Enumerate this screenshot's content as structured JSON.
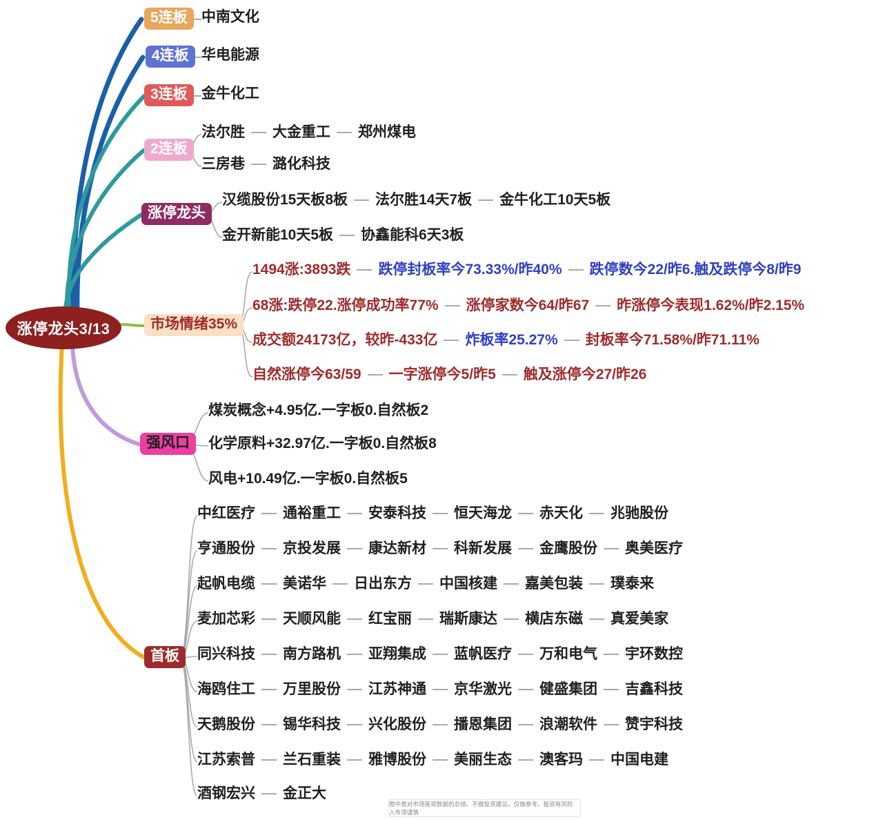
{
  "root": {
    "label": "涨停龙头3/13"
  },
  "branches": [
    {
      "key": "5lb",
      "label": "5连板",
      "chip_color": "#e8a75c",
      "chip_text": "#ffffff",
      "edge_color": "#1b5fa8"
    },
    {
      "key": "4lb",
      "label": "4连板",
      "chip_color": "#5f72d4",
      "chip_text": "#ffffff",
      "edge_color": "#1b5fa8"
    },
    {
      "key": "3lb",
      "label": "3连板",
      "chip_color": "#e05a5a",
      "chip_text": "#ffffff",
      "edge_color": "#2e9aa0"
    },
    {
      "key": "2lb",
      "label": "2连板",
      "chip_color": "#f0a9ce",
      "chip_text": "#ffffff",
      "edge_color": "#2e9aa0"
    },
    {
      "key": "ztlt",
      "label": "涨停龙头",
      "chip_color": "#8e2c62",
      "chip_text": "#ffffff",
      "edge_color": "#2e9aa0"
    },
    {
      "key": "scqx",
      "label": "市场情绪35%",
      "chip_color": "#fbe0c4",
      "chip_text": "#9e2b2b",
      "edge_color": "#8cbf3f"
    },
    {
      "key": "qfk",
      "label": "强风口",
      "chip_color": "#ec3fa0",
      "chip_text": "#1e1e1e",
      "edge_color": "#c09ae0"
    },
    {
      "key": "sb",
      "label": "首板",
      "chip_color": "#9e2b2b",
      "chip_text": "#ffffff",
      "edge_color": "#f0ae1e"
    }
  ],
  "rows": {
    "r_5lb": [
      {
        "text": "中南文化",
        "color": "black"
      }
    ],
    "r_4lb": [
      {
        "text": "华电能源",
        "color": "black"
      }
    ],
    "r_3lb": [
      {
        "text": "金牛化工",
        "color": "black"
      }
    ],
    "r_2lb_a": [
      {
        "text": "法尔胜",
        "color": "black"
      },
      {
        "text": "大金重工",
        "color": "black"
      },
      {
        "text": "郑州煤电",
        "color": "black"
      }
    ],
    "r_2lb_b": [
      {
        "text": "三房巷",
        "color": "black"
      },
      {
        "text": "潞化科技",
        "color": "black"
      }
    ],
    "r_ztlt_a": [
      {
        "text": "汉缆股份15天板8板",
        "color": "black"
      },
      {
        "text": "法尔胜14天7板",
        "color": "black"
      },
      {
        "text": "金牛化工10天5板",
        "color": "black"
      }
    ],
    "r_ztlt_b": [
      {
        "text": "金开新能10天5板",
        "color": "black"
      },
      {
        "text": "协鑫能科6天3板",
        "color": "black"
      }
    ],
    "r_scqx_1": [
      {
        "text": "1494涨:3893跌",
        "color": "red"
      },
      {
        "text": "跌停封板率今73.33%/昨40%",
        "color": "blue"
      },
      {
        "text": "跌停数今22/昨6.触及跌停今8/昨9",
        "color": "blue"
      }
    ],
    "r_scqx_2": [
      {
        "text": "68涨:跌停22.涨停成功率77%",
        "color": "red"
      },
      {
        "text": "涨停家数今64/昨67",
        "color": "red"
      },
      {
        "text": "昨涨停今表现1.62%/昨2.15%",
        "color": "red"
      }
    ],
    "r_scqx_3": [
      {
        "text": "成交额24173亿，较昨-433亿",
        "color": "red"
      },
      {
        "text": "炸板率25.27%",
        "color": "blue"
      },
      {
        "text": "封板率今71.58%/昨71.11%",
        "color": "red"
      }
    ],
    "r_scqx_4": [
      {
        "text": "自然涨停今63/59",
        "color": "red"
      },
      {
        "text": "一字涨停今5/昨5",
        "color": "red"
      },
      {
        "text": "触及涨停今27/昨26",
        "color": "red"
      }
    ],
    "r_qfk_1": [
      {
        "text": "煤炭概念+4.95亿.一字板0.自然板2",
        "color": "black"
      }
    ],
    "r_qfk_2": [
      {
        "text": "化学原料+32.97亿.一字板0.自然板8",
        "color": "black"
      }
    ],
    "r_qfk_3": [
      {
        "text": "风电+10.49亿.一字板0.自然板5",
        "color": "black"
      }
    ],
    "r_sb_1": [
      {
        "text": "中红医疗",
        "color": "black"
      },
      {
        "text": "通裕重工",
        "color": "black"
      },
      {
        "text": "安泰科技",
        "color": "black"
      },
      {
        "text": "恒天海龙",
        "color": "black"
      },
      {
        "text": "赤天化",
        "color": "black"
      },
      {
        "text": "兆驰股份",
        "color": "black"
      }
    ],
    "r_sb_2": [
      {
        "text": "亨通股份",
        "color": "black"
      },
      {
        "text": "京投发展",
        "color": "black"
      },
      {
        "text": "康达新材",
        "color": "black"
      },
      {
        "text": "科新发展",
        "color": "black"
      },
      {
        "text": "金鹰股份",
        "color": "black"
      },
      {
        "text": "奥美医疗",
        "color": "black"
      }
    ],
    "r_sb_3": [
      {
        "text": "起帆电缆",
        "color": "black"
      },
      {
        "text": "美诺华",
        "color": "black"
      },
      {
        "text": "日出东方",
        "color": "black"
      },
      {
        "text": "中国核建",
        "color": "black"
      },
      {
        "text": "嘉美包装",
        "color": "black"
      },
      {
        "text": "璞泰来",
        "color": "black"
      }
    ],
    "r_sb_4": [
      {
        "text": "麦加芯彩",
        "color": "black"
      },
      {
        "text": "天顺风能",
        "color": "black"
      },
      {
        "text": "红宝丽",
        "color": "black"
      },
      {
        "text": "瑞斯康达",
        "color": "black"
      },
      {
        "text": "横店东磁",
        "color": "black"
      },
      {
        "text": "真爱美家",
        "color": "black"
      }
    ],
    "r_sb_5": [
      {
        "text": "同兴科技",
        "color": "black"
      },
      {
        "text": "南方路机",
        "color": "black"
      },
      {
        "text": "亚翔集成",
        "color": "black"
      },
      {
        "text": "蓝帆医疗",
        "color": "black"
      },
      {
        "text": "万和电气",
        "color": "black"
      },
      {
        "text": "宇环数控",
        "color": "black"
      }
    ],
    "r_sb_6": [
      {
        "text": "海鸥住工",
        "color": "black"
      },
      {
        "text": "万里股份",
        "color": "black"
      },
      {
        "text": "江苏神通",
        "color": "black"
      },
      {
        "text": "京华激光",
        "color": "black"
      },
      {
        "text": "健盛集团",
        "color": "black"
      },
      {
        "text": "吉鑫科技",
        "color": "black"
      }
    ],
    "r_sb_7": [
      {
        "text": "天鹅股份",
        "color": "black"
      },
      {
        "text": "锡华科技",
        "color": "black"
      },
      {
        "text": "兴化股份",
        "color": "black"
      },
      {
        "text": "播恩集团",
        "color": "black"
      },
      {
        "text": "浪潮软件",
        "color": "black"
      },
      {
        "text": "赞宇科技",
        "color": "black"
      }
    ],
    "r_sb_8": [
      {
        "text": "江苏索普",
        "color": "black"
      },
      {
        "text": "兰石重装",
        "color": "black"
      },
      {
        "text": "雅博股份",
        "color": "black"
      },
      {
        "text": "美丽生态",
        "color": "black"
      },
      {
        "text": "澳客玛",
        "color": "black"
      },
      {
        "text": "中国电建",
        "color": "black"
      }
    ],
    "r_sb_9": [
      {
        "text": "酒钢宏兴",
        "color": "black"
      },
      {
        "text": "金正大",
        "color": "black"
      }
    ]
  },
  "footer": {
    "disclaimer": "图中是对市场客观数据的总结。不做投资建议，仅做参考。投资有风险  入市须谨慎"
  }
}
